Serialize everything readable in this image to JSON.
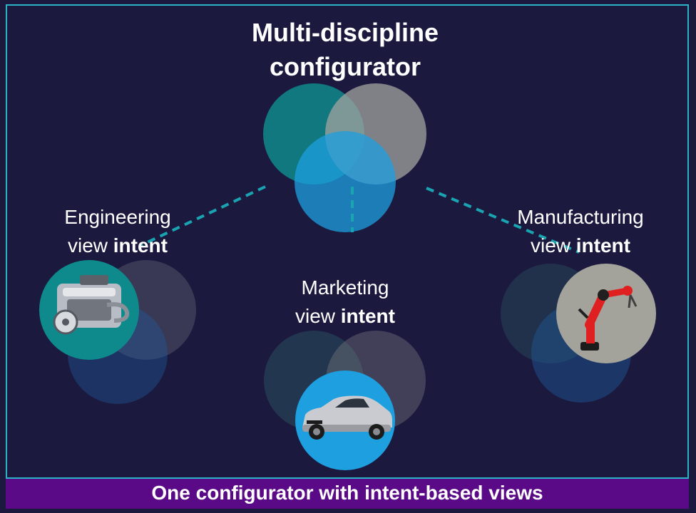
{
  "title": {
    "line1": "Multi-discipline",
    "line2": "configurator"
  },
  "views": {
    "engineering": {
      "line1": "Engineering",
      "line2_plain": "view ",
      "line2_bold": "intent",
      "image": "engine-image"
    },
    "marketing": {
      "line1": "Marketing",
      "line2_plain": "view ",
      "line2_bold": "intent",
      "image": "car-image"
    },
    "manufacturing": {
      "line1": "Manufacturing",
      "line2_plain": "view ",
      "line2_bold": "intent",
      "image": "robot-arm-image"
    }
  },
  "footer": "One configurator with intent-based views",
  "colors": {
    "background": "#1b1a3e",
    "border": "#2bb3c6",
    "footer": "#5a0a86",
    "teal": "#0f8a8c",
    "gray": "#9a9a98",
    "blue": "#1e9fe0",
    "connector": "#1aa3b0"
  }
}
